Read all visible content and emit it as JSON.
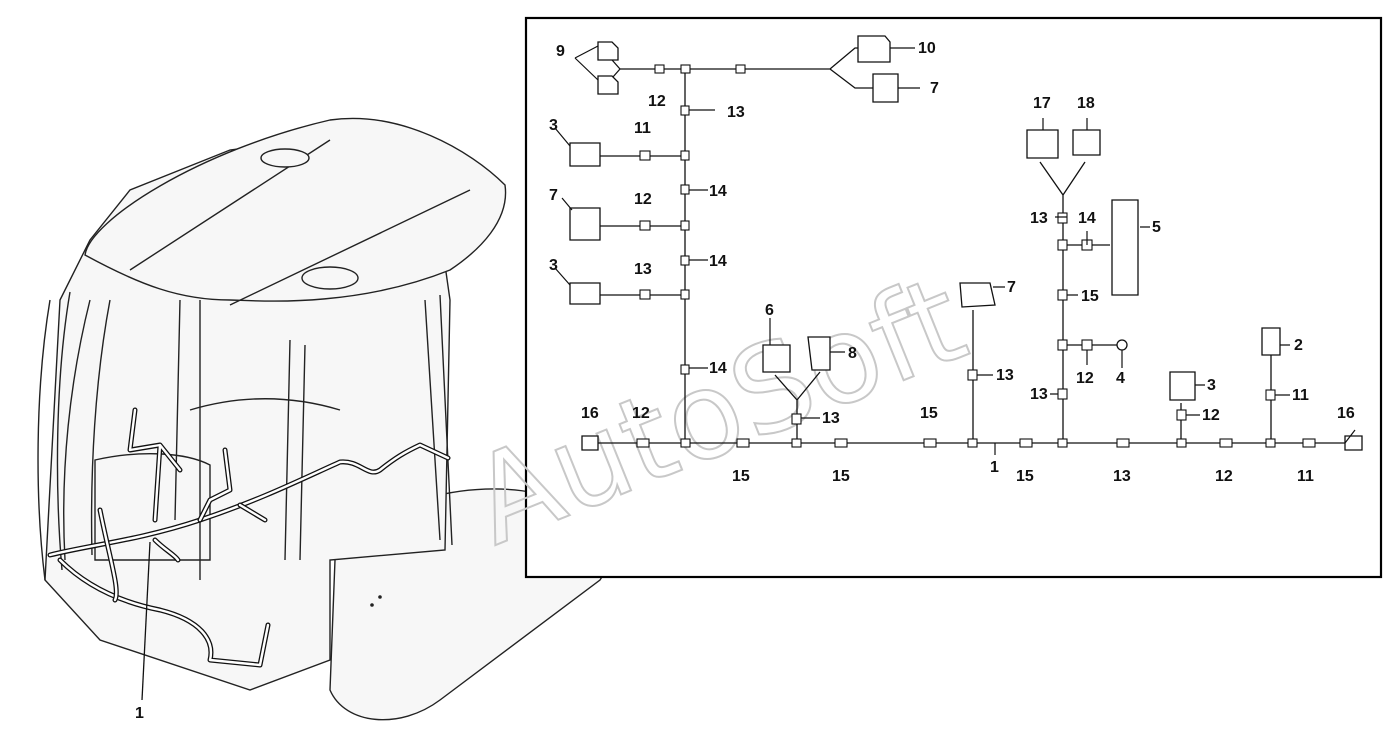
{
  "watermark": "AutoSoft",
  "overview_callout": "1",
  "callouts": {
    "c9": "9",
    "c12a": "12",
    "c13a": "13",
    "c10": "10",
    "c7a": "7",
    "c3a": "3",
    "c11a": "11",
    "c14a": "14",
    "c7b": "7",
    "c12b": "12",
    "c14b": "14",
    "c3b": "3",
    "c13b": "13",
    "c14c": "14",
    "c6": "6",
    "c8": "8",
    "c13c": "13",
    "c16a": "16",
    "c12c": "12",
    "c15a": "15",
    "c15b": "15",
    "c15c": "15",
    "c7c": "7",
    "c13d": "13",
    "c1": "1",
    "c17": "17",
    "c18": "18",
    "c13e": "13",
    "c14d": "14",
    "c5": "5",
    "c15d": "15",
    "c12d": "12",
    "c4": "4",
    "c13f": "13",
    "c15e": "15",
    "c13g": "13",
    "c3c": "3",
    "c12e": "12",
    "c12f": "12",
    "c2": "2",
    "c11b": "11",
    "c11c": "11",
    "c16b": "16"
  }
}
